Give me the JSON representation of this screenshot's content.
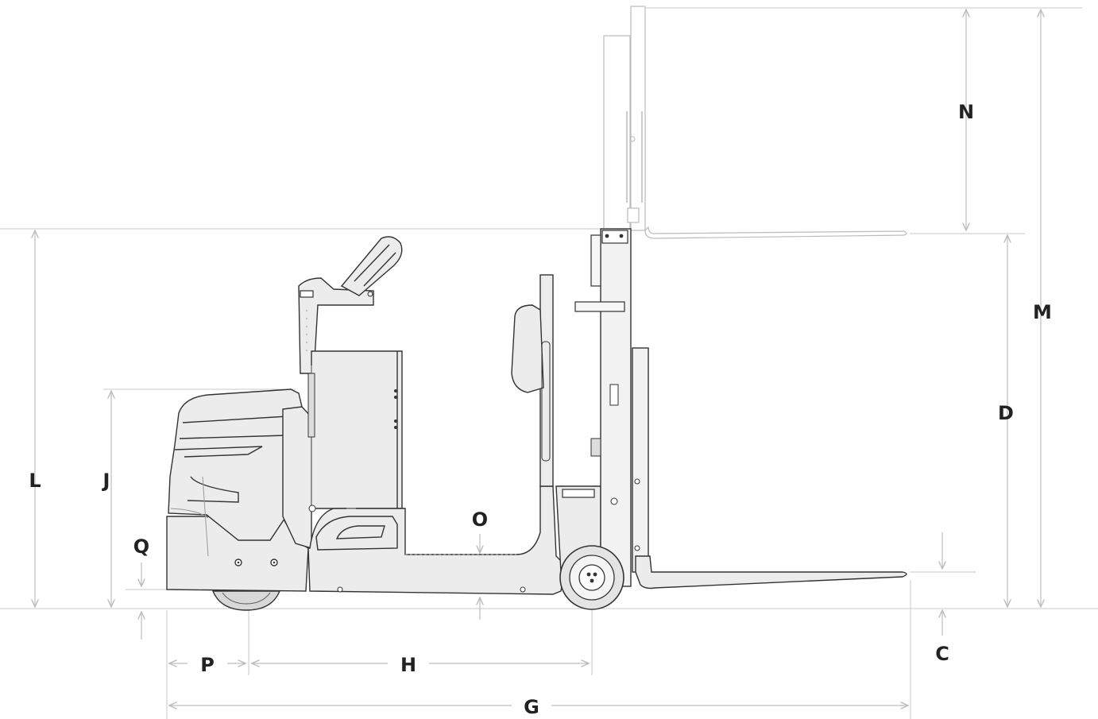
{
  "diagram": {
    "dimension_labels": {
      "N": "N",
      "M": "M",
      "D": "D",
      "L": "L",
      "J": "J",
      "Q": "Q",
      "O": "O",
      "C": "C",
      "P": "P",
      "H": "H",
      "G": "G"
    }
  }
}
